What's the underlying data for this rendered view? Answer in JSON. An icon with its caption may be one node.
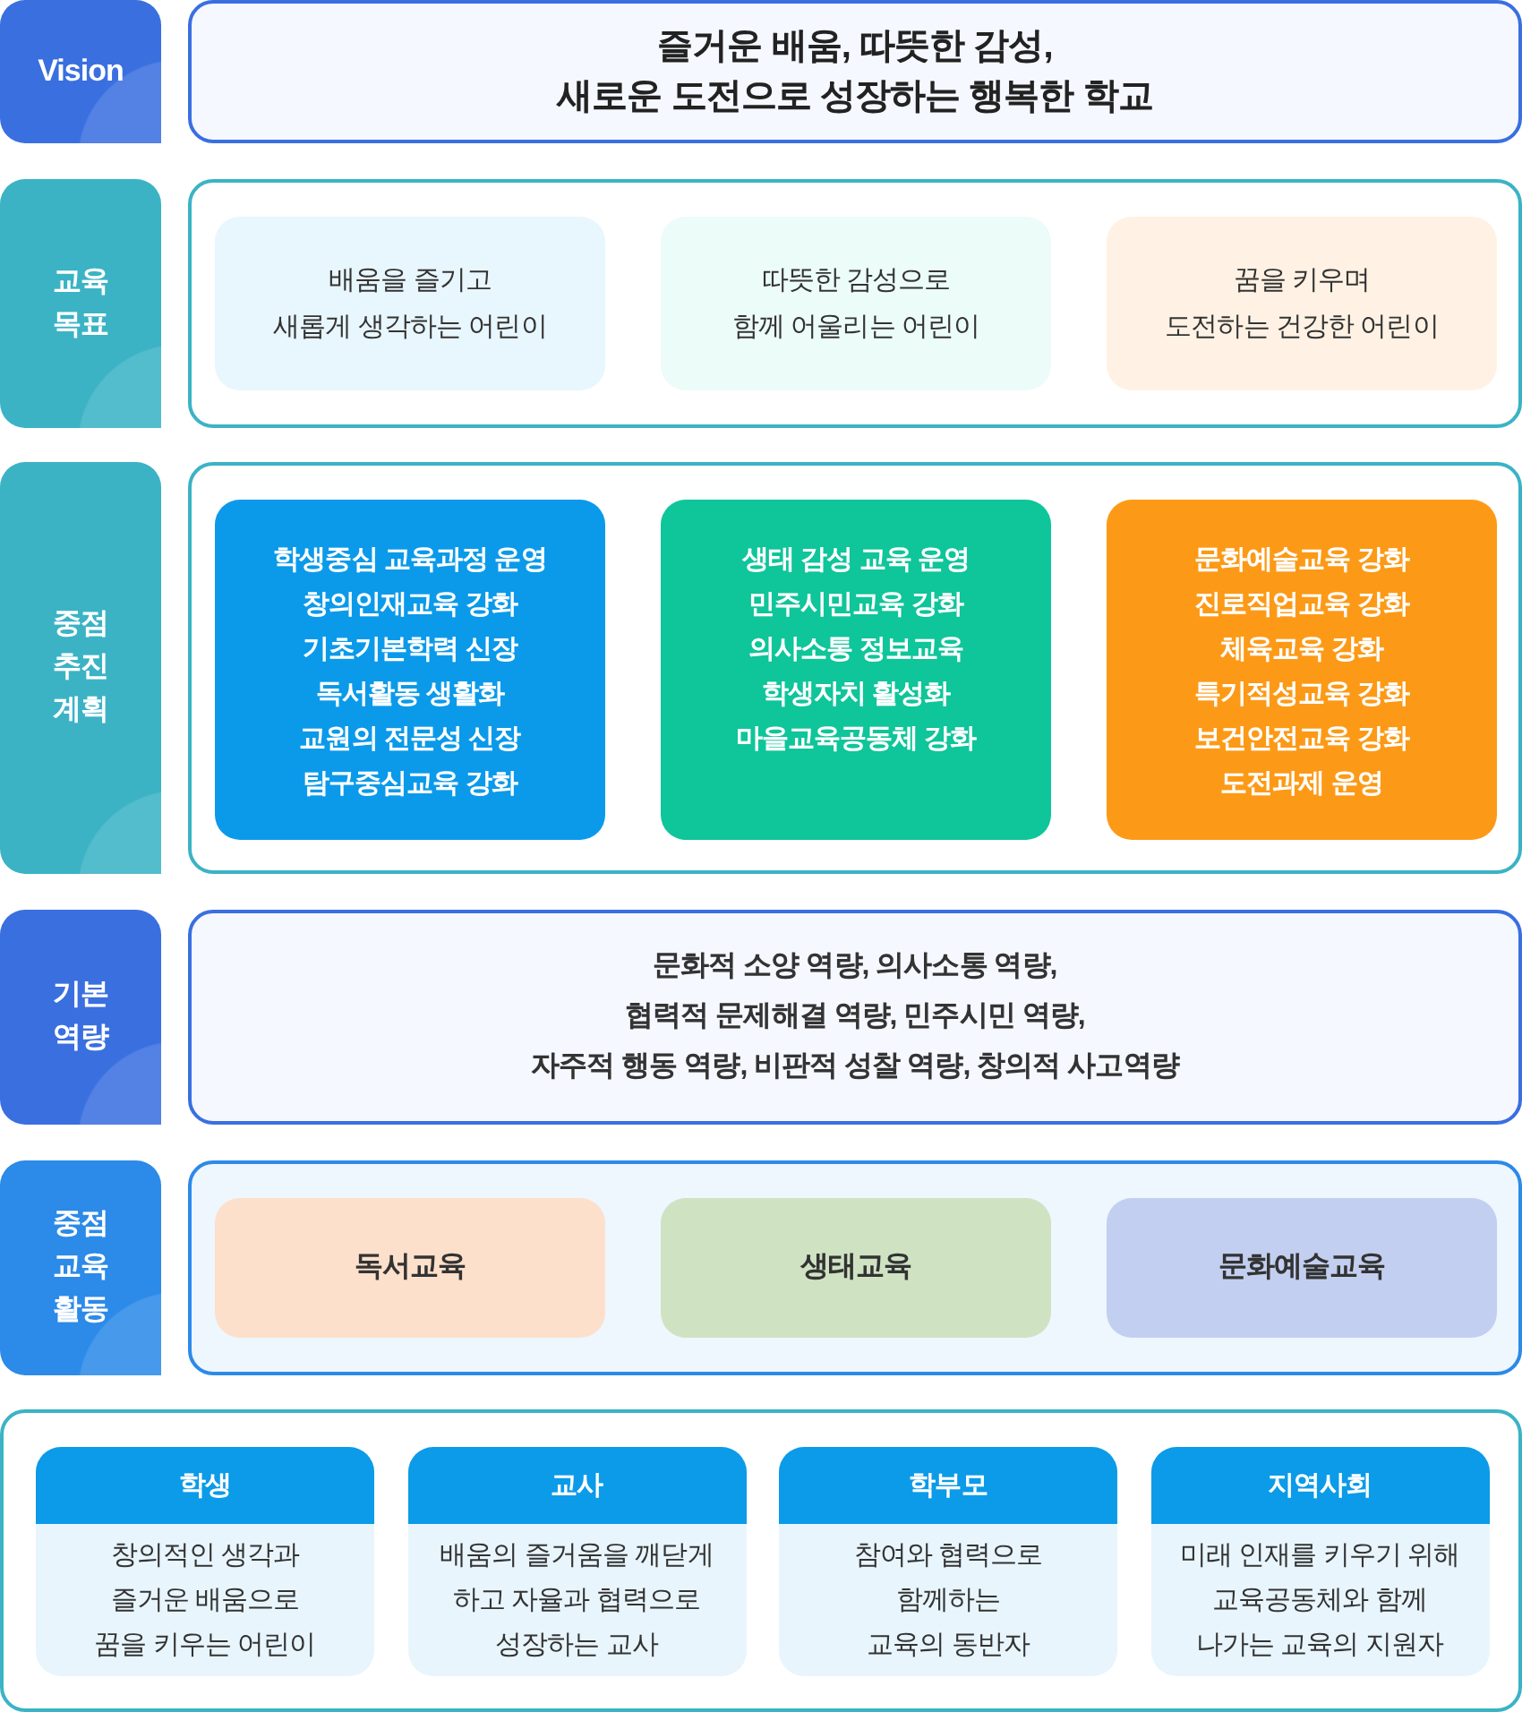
{
  "diagram": {
    "nodes": [
      {
        "text": [
          "Vision"
        ]
      },
      {
        "text": [
          "즐거운 배움, 따뜻한 감성, 새로운 도전으로 성장하는 행복한 학교"
        ]
      },
      {
        "text": [
          "교육 목표"
        ]
      },
      {
        "text": [],
        "shape": "box"
      },
      {
        "text": [
          "배움을 즐기고 새롭게 생각하는 어린이"
        ],
        "in": 3
      },
      {
        "text": [
          "따뜻한 감성으로 함께 어울리는 어린이"
        ],
        "in": 3
      },
      {
        "text": [
          "꿈을 키우며 도전하는 건강한 어린이"
        ],
        "in": 3
      },
      {
        "text": [
          "중점 추진 계획"
        ]
      },
      {
        "text": [],
        "shape": "box"
      },
      {
        "text": [
          "학생중심 교육과정 운영",
          "창의인재교육 강화",
          "기초기본학력 신장",
          "독서활동 생활화",
          "교원의 전문성 신장",
          "탐구중심교육 강화"
        ],
        "in": 8
      },
      {
        "text": [
          "생태 감성 교육 운영",
          "민주시민교육 강화",
          "의사소통 정보교육",
          "학생자치 활성화",
          "마을교육공동체 강화"
        ],
        "in": 8
      },
      {
        "text": [
          "문화예술교육 강화",
          "진로직업교육 강화",
          "체육교육 강화",
          "특기적성교육 강화",
          "보건안전교육 강화",
          "도전과제 운영"
        ],
        "in": 8
      },
      {
        "text": [
          "기본 역량"
        ]
      },
      {
        "text": [
          "문화적 소양 역량, 의사소통 역량, 협력적 문제해결 역량, 민주시민 역량, 자주적 행동 역량, 비판적 성찰 역량, 창의적 사고역량"
        ]
      },
      {
        "text": [
          "중점 교육 활동"
        ]
      },
      {
        "text": [],
        "shape": "box"
      },
      {
        "text": [
          "독서교육"
        ],
        "in": 15
      },
      {
        "text": [
          "생태교육"
        ],
        "in": 15
      },
      {
        "text": [
          "문화예술교육"
        ],
        "in": 15
      },
      {
        "text": [],
        "shape": "box"
      },
      {
        "text": [
          "학생",
          "창의적인 생각과 즐거운 배움으로 꿈을 키우는 어린이"
        ],
        "in": 19
      },
      {
        "text": [
          "교사",
          "배움의 즐거움을 깨닫게 하고 자율과 협력으로 성장하는 교사"
        ],
        "in": 19
      },
      {
        "text": [
          "학부모",
          "참여와 협력으로 함께하는 교육의 동반자"
        ],
        "in": 19
      },
      {
        "text": [
          "지역사회",
          "미래 인재를 키우기 위해 교육공동체와 함께 나가는 교육의 지원자"
        ],
        "in": 19
      }
    ]
  }
}
